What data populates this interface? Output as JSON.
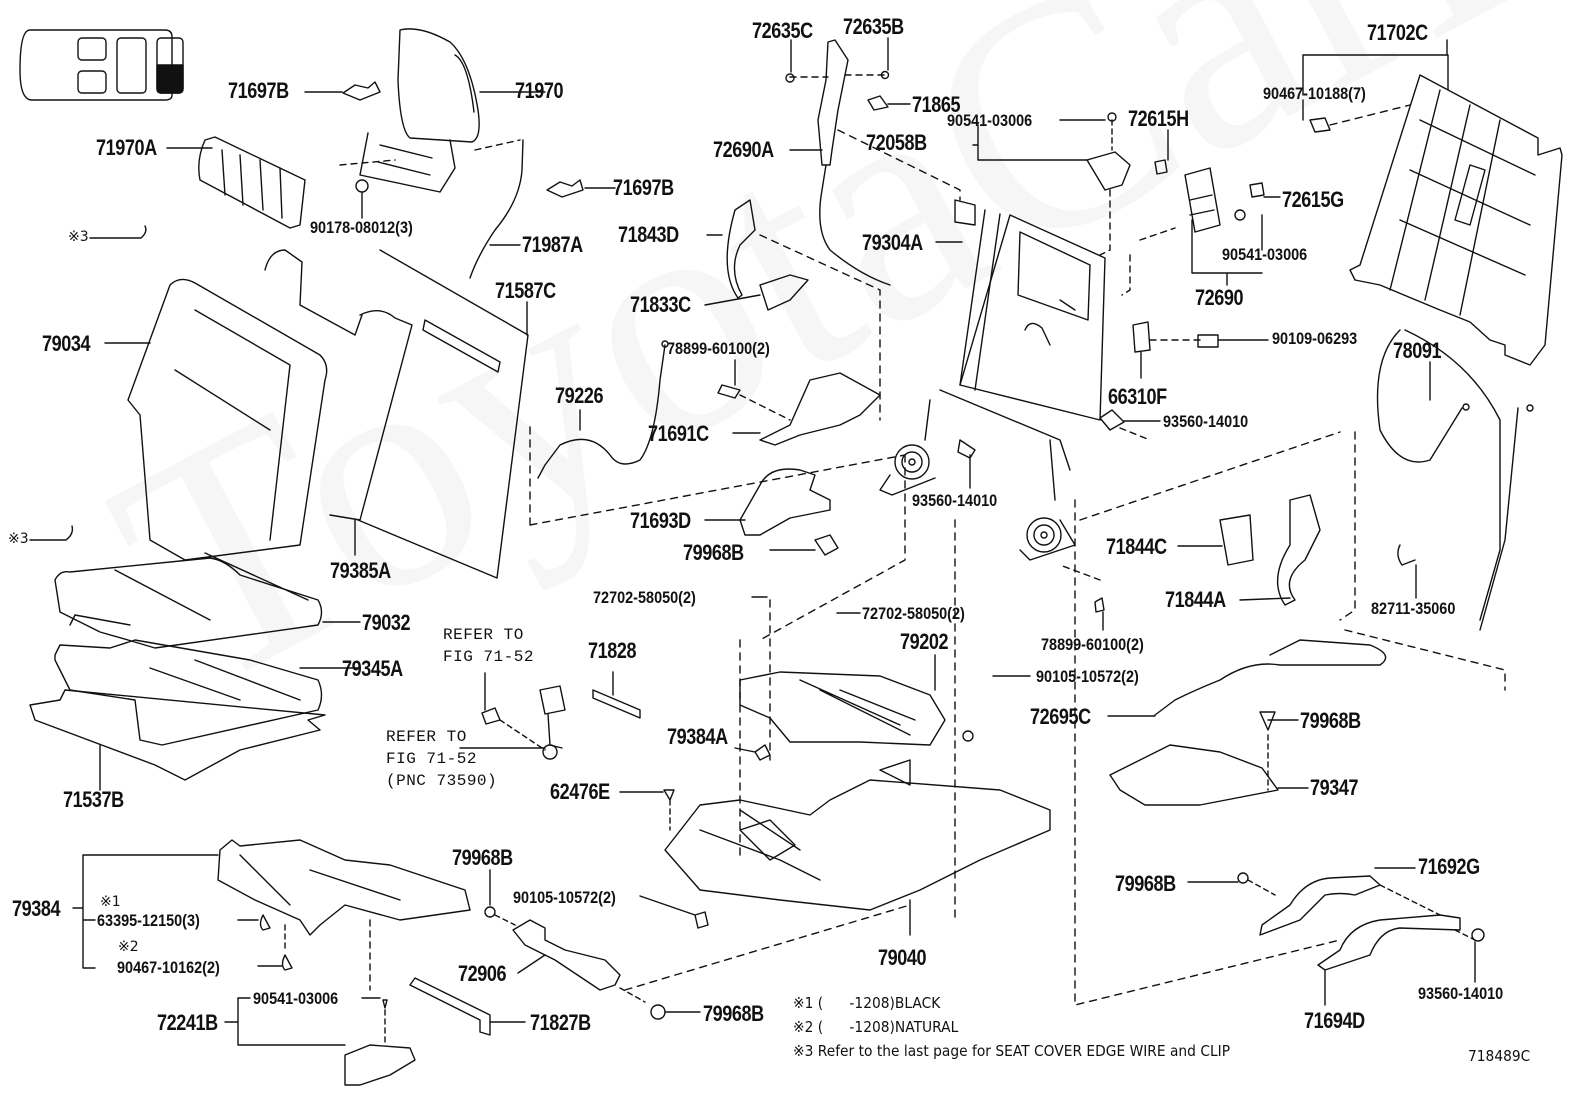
{
  "figure_code": "718489C",
  "watermark": "ToyotaCarParts",
  "locator_icon": "vehicle-seat-row-locator-icon",
  "parts": {
    "p71697B_1": "71697B",
    "p71970": "71970",
    "p71970A": "71970A",
    "p90178": "90178-08012(3)",
    "p71697B_2": "71697B",
    "p71987A": "71987A",
    "p71587C": "71587C",
    "p79034": "79034",
    "p79385A": "79385A",
    "p72635C": "72635C",
    "p72635B": "72635B",
    "p71865": "71865",
    "p72690A": "72690A",
    "p90541_top": "90541-03006",
    "p72058B": "72058B",
    "p72615H": "72615H",
    "p71843D": "71843D",
    "p79304A": "79304A",
    "p71833C": "71833C",
    "p71702C": "71702C",
    "p90467_10188": "90467-10188(7)",
    "p72615G": "72615G",
    "p90541_right": "90541-03006",
    "p72690": "72690",
    "p90109": "90109-06293",
    "p66310F": "66310F",
    "p78091": "78091",
    "p93560_a": "93560-14010",
    "p78899_top": "78899-60100(2)",
    "p79226": "79226",
    "p71691C": "71691C",
    "p93560_b": "93560-14010",
    "p71693D": "71693D",
    "p79968B_a": "79968B",
    "p71844C": "71844C",
    "p71844A": "71844A",
    "p82711": "82711-35060",
    "p78899_bot": "78899-60100(2)",
    "p72702_a": "72702-58050(2)",
    "p72702_b": "72702-58050(2)",
    "p79202": "79202",
    "p90105_right": "90105-10572(2)",
    "p72695C": "72695C",
    "p79968B_b": "79968B",
    "p79347": "79347",
    "p79032": "79032",
    "p79345A": "79345A",
    "p71537B": "71537B",
    "p71828": "71828",
    "p79384A": "79384A",
    "p62476E": "62476E",
    "p79384": "79384",
    "p63395": "63395-12150(3)",
    "p90467_10162": "90467-10162(2)",
    "p72241B": "72241B",
    "p90541_bot": "90541-03006",
    "p79968B_c": "79968B",
    "p90105_bot": "90105-10572(2)",
    "p72906": "72906",
    "p71827B": "71827B",
    "p79968B_d": "79968B",
    "p79040": "79040",
    "p79968B_e": "79968B",
    "p71692G": "71692G",
    "p71694D": "71694D",
    "p93560_c": "93560-14010"
  },
  "marks": {
    "m1": "※1",
    "m2": "※2",
    "m3a": "※3",
    "m3b": "※3"
  },
  "refs": {
    "refer1": "REFER TO\nFIG 71-52",
    "refer2": "REFER TO\nFIG 71-52\n(PNC 73590)"
  },
  "notes": {
    "n1": "※1 (      -1208)BLACK",
    "n2": "※2 (      -1208)NATURAL",
    "n3": "※3 Refer to the last page for SEAT COVER EDGE WIRE and CLIP"
  }
}
